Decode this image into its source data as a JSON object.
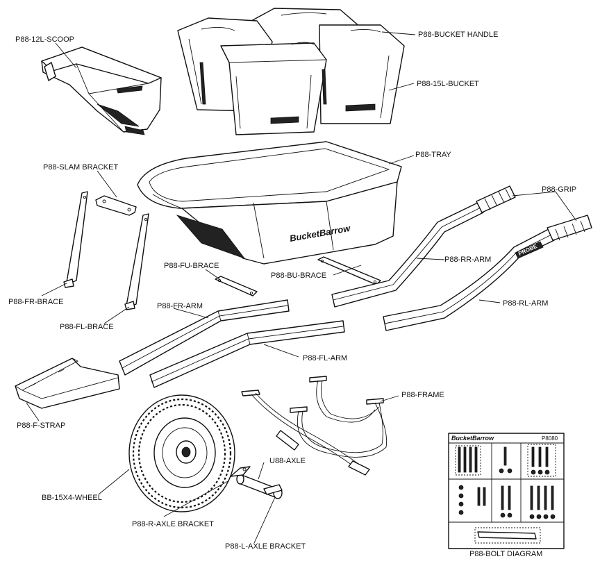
{
  "labels": {
    "scoop": "P88-12L-SCOOP",
    "bucket_handle": "P88-BUCKET HANDLE",
    "bucket": "P88-15L-BUCKET",
    "slam_bracket": "P88-SLAM BRACKET",
    "tray": "P88-TRAY",
    "grip": "P88-GRIP",
    "fu_brace": "P88-FU-BRACE",
    "rr_arm": "P88-RR-ARM",
    "bu_brace": "P88-BU-BRACE",
    "fr_brace": "P88-FR-BRACE",
    "fr_arm": "P88-FR-ARM",
    "rl_arm": "P88-RL-ARM",
    "fl_brace": "P88-FL-BRACE",
    "fl_arm": "P88-FL-ARM",
    "frame": "P88-FRAME",
    "f_strap": "P88-F-STRAP",
    "axle": "U88-AXLE",
    "wheel": "BB-15X4-WHEEL",
    "r_axle_bracket": "P88-R-AXLE BRACKET",
    "l_axle_bracket": "P88-L-AXLE BRACKET",
    "bolt_diagram": "P88-BOLT DIAGRAM"
  },
  "markings": {
    "tray_logo": "BucketBarrow",
    "arm_brand": "PROBE",
    "bolt_card_logo": "BucketBarrow",
    "bolt_card_code": "P8080"
  },
  "colors": {
    "line": "#111111",
    "background": "#ffffff"
  }
}
